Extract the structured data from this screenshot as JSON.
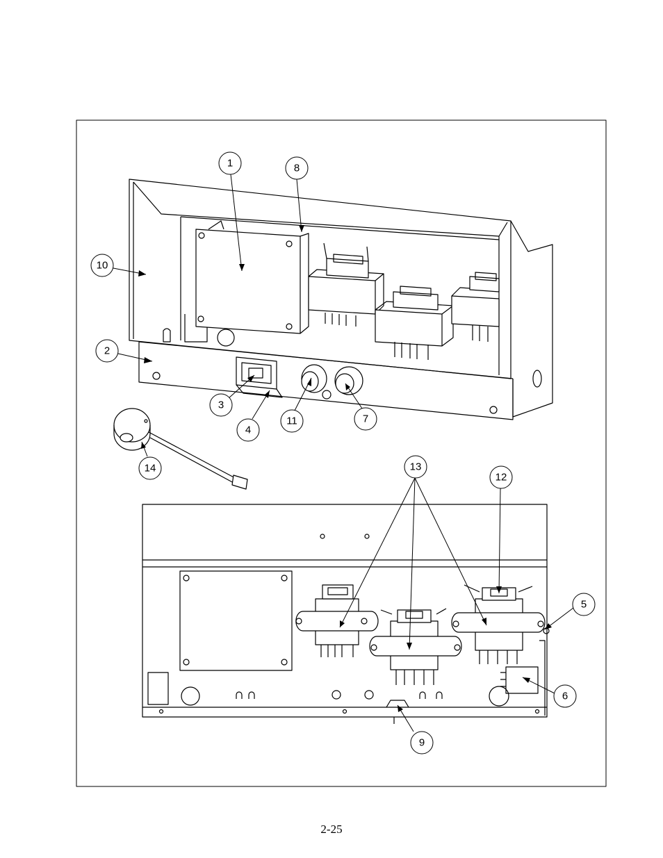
{
  "figure": {
    "callouts": [
      {
        "id": "c1",
        "label": "1"
      },
      {
        "id": "c2",
        "label": "2"
      },
      {
        "id": "c3",
        "label": "3"
      },
      {
        "id": "c4",
        "label": "4"
      },
      {
        "id": "c5",
        "label": "5"
      },
      {
        "id": "c6",
        "label": "6"
      },
      {
        "id": "c7",
        "label": "7"
      },
      {
        "id": "c8",
        "label": "8"
      },
      {
        "id": "c9",
        "label": "9"
      },
      {
        "id": "c10",
        "label": "10"
      },
      {
        "id": "c11",
        "label": "11"
      },
      {
        "id": "c12",
        "label": "12"
      },
      {
        "id": "c13",
        "label": "13"
      },
      {
        "id": "c14",
        "label": "14"
      }
    ]
  },
  "footer": {
    "page_number": "2-25"
  }
}
